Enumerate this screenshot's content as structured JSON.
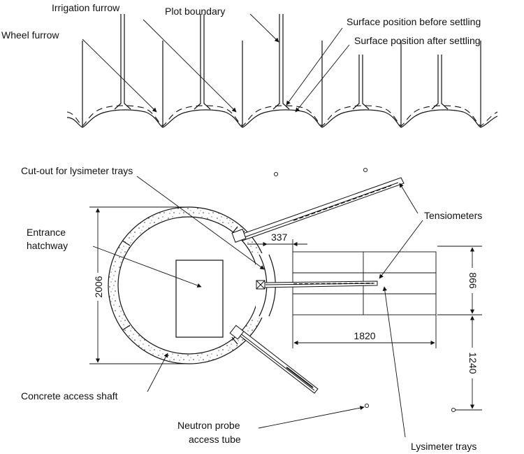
{
  "labels": {
    "irrigation_furrow": "Irrigation furrow",
    "plot_boundary": "Plot boundary",
    "wheel_furrow": "Wheel furrow",
    "surface_before": "Surface position before settling",
    "surface_after": "Surface position after settling",
    "cutout": "Cut-out for lysimeter trays",
    "entrance_line1": "Entrance",
    "entrance_line2": "hatchway",
    "tensiometers": "Tensiometers",
    "concrete_shaft": "Concrete access shaft",
    "neutron_line1": "Neutron probe",
    "neutron_line2": "access tube",
    "lysimeter_trays": "Lysimeter trays"
  },
  "dimensions": {
    "shaft_diameter": "2006",
    "cutout_offset": "337",
    "tray_height": "866",
    "tray_length": "1820",
    "tube_offset": "1240"
  },
  "colors": {
    "ink": "#111111",
    "background": "#ffffff"
  }
}
